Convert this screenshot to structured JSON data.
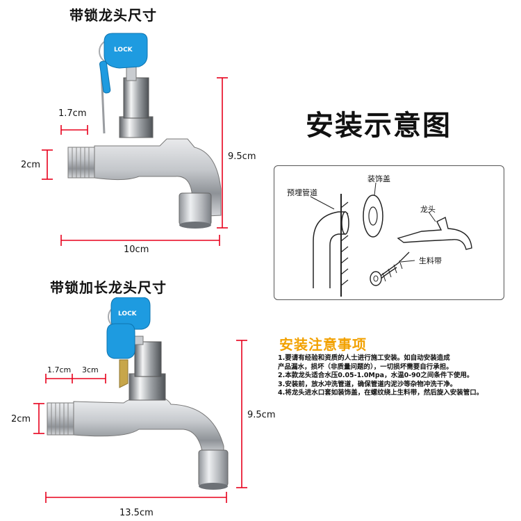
{
  "section1": {
    "title": "带锁龙头尺寸",
    "dims": {
      "top_width": "1.7cm",
      "thread": "2cm",
      "height": "9.5cm",
      "length": "10cm"
    }
  },
  "section2": {
    "title": "带锁加长龙头尺寸",
    "dims": {
      "top_width_a": "1.7cm",
      "top_width_b": "3cm",
      "thread": "2cm",
      "height": "9.5cm",
      "length": "13.5cm"
    }
  },
  "key_text": "LOCK",
  "diagram": {
    "title": "安装示意图",
    "labels": {
      "pipe": "预埋管道",
      "cover": "装饰盖",
      "faucet": "龙头",
      "tape": "生料带"
    }
  },
  "notes": {
    "title": "安装注意事项",
    "lines": [
      "1.要请有经验和资质的人士进行施工安装。如自动安装造成",
      "产品漏水，损坏（非质量问题的），一切损坏需要自行承担。",
      "2.本款龙头适合水压0.05-1.0Mpa，水温0-90之间条件下使用。",
      "3.安装前，放水冲洗管道，确保管道内泥沙等杂物冲洗干净。",
      "4.将龙头进水口套如装饰盖，在螺纹绕上生料带，然后旋入安装管口。"
    ]
  },
  "colors": {
    "dimension_line": "#e8001c",
    "notes_title": "#f2a100",
    "key_blue": "#1e9be0",
    "steel": "#b9bcc0"
  }
}
